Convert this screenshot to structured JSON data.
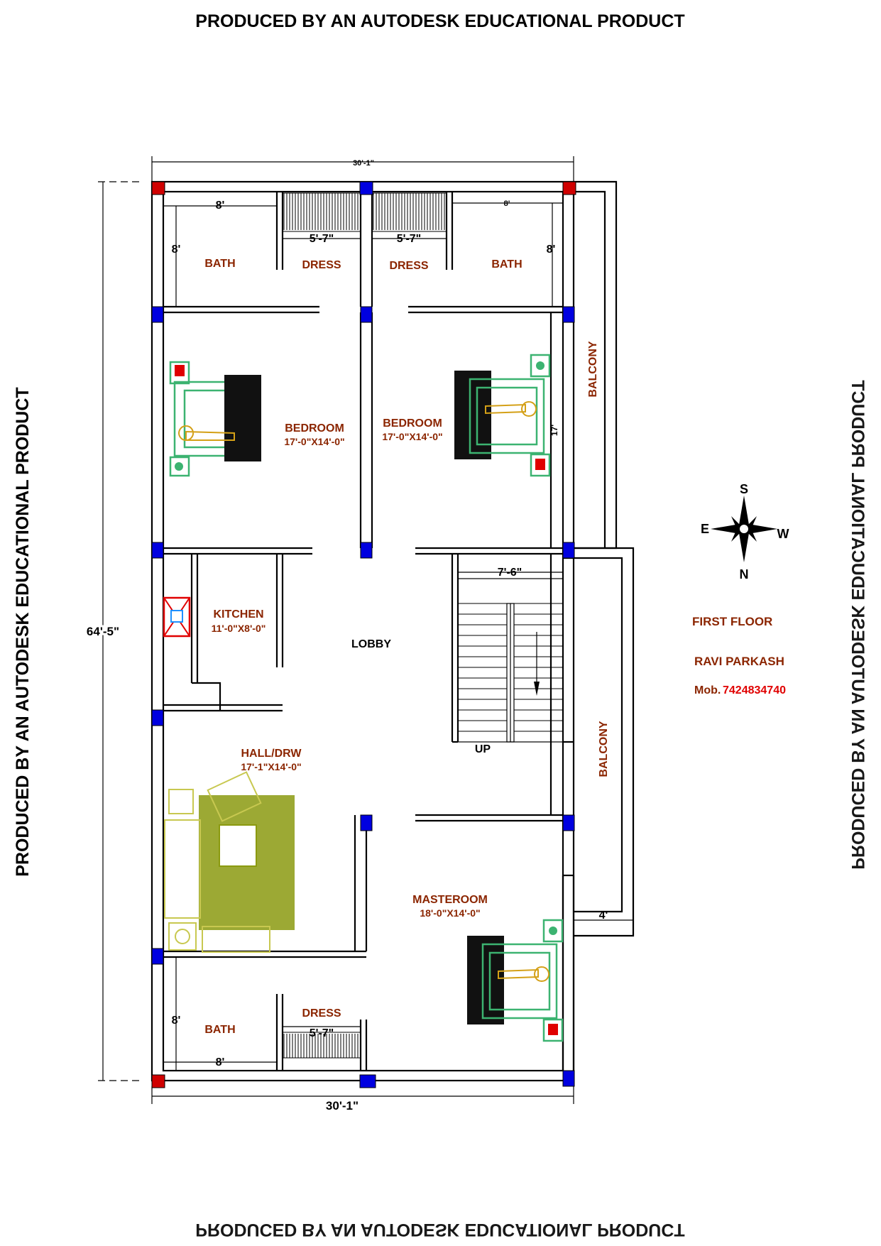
{
  "watermark": "PRODUCED BY AN AUTODESK EDUCATIONAL PRODUCT",
  "watermark_mirrored": "PRODUCED BY AN AUTODESK EDUCATIONAL PRODUCT",
  "dimensions": {
    "overall_width": "30'-1\"",
    "overall_depth": "64'-5\"",
    "bath_left_w": "8'",
    "bath_left_h": "8'",
    "dress_left_w": "5'-7\"",
    "dress_right_w": "5'-7\"",
    "bath_right_w": "8'",
    "bath_right_h": "8'",
    "bedroom_right_h": "17'",
    "stair_w": "7'-6\"",
    "balcony_offset": "4'",
    "bottom_bath_h": "8'",
    "bottom_bath_w": "8'",
    "bottom_dress_w": "5'-7\""
  },
  "rooms": {
    "bath_tl": "BATH",
    "dress_tl": "DRESS",
    "dress_tr": "DRESS",
    "bath_tr": "BATH",
    "bedroom_l_name": "BEDROOM",
    "bedroom_l_size": "17'-0\"X14'-0\"",
    "bedroom_r_name": "BEDROOM",
    "bedroom_r_size": "17'-0\"X14'-0\"",
    "balcony_top": "BALCONY",
    "kitchen_name": "KITCHEN",
    "kitchen_size": "11'-0\"X8'-0\"",
    "lobby": "LOBBY",
    "stair_up": "UP",
    "balcony_bottom": "BALCONY",
    "hall_name": "HALL/DRW",
    "hall_size": "17'-1\"X14'-0\"",
    "master_name": "MASTEROOM",
    "master_size": "18'-0\"X14'-0\"",
    "bath_bottom": "BATH",
    "dress_bottom": "DRESS"
  },
  "compass": {
    "north": "N",
    "south": "S",
    "east": "E",
    "west": "W"
  },
  "info": {
    "floor": "FIRST FLOOR",
    "name": "RAVI PARKASH",
    "mobile_label": "Mob.",
    "mobile_number": "7424834740"
  },
  "colors": {
    "column": "#0000e0",
    "corner_column": "#d00000",
    "room_text": "#8b2500",
    "furniture": "#3cb371"
  }
}
